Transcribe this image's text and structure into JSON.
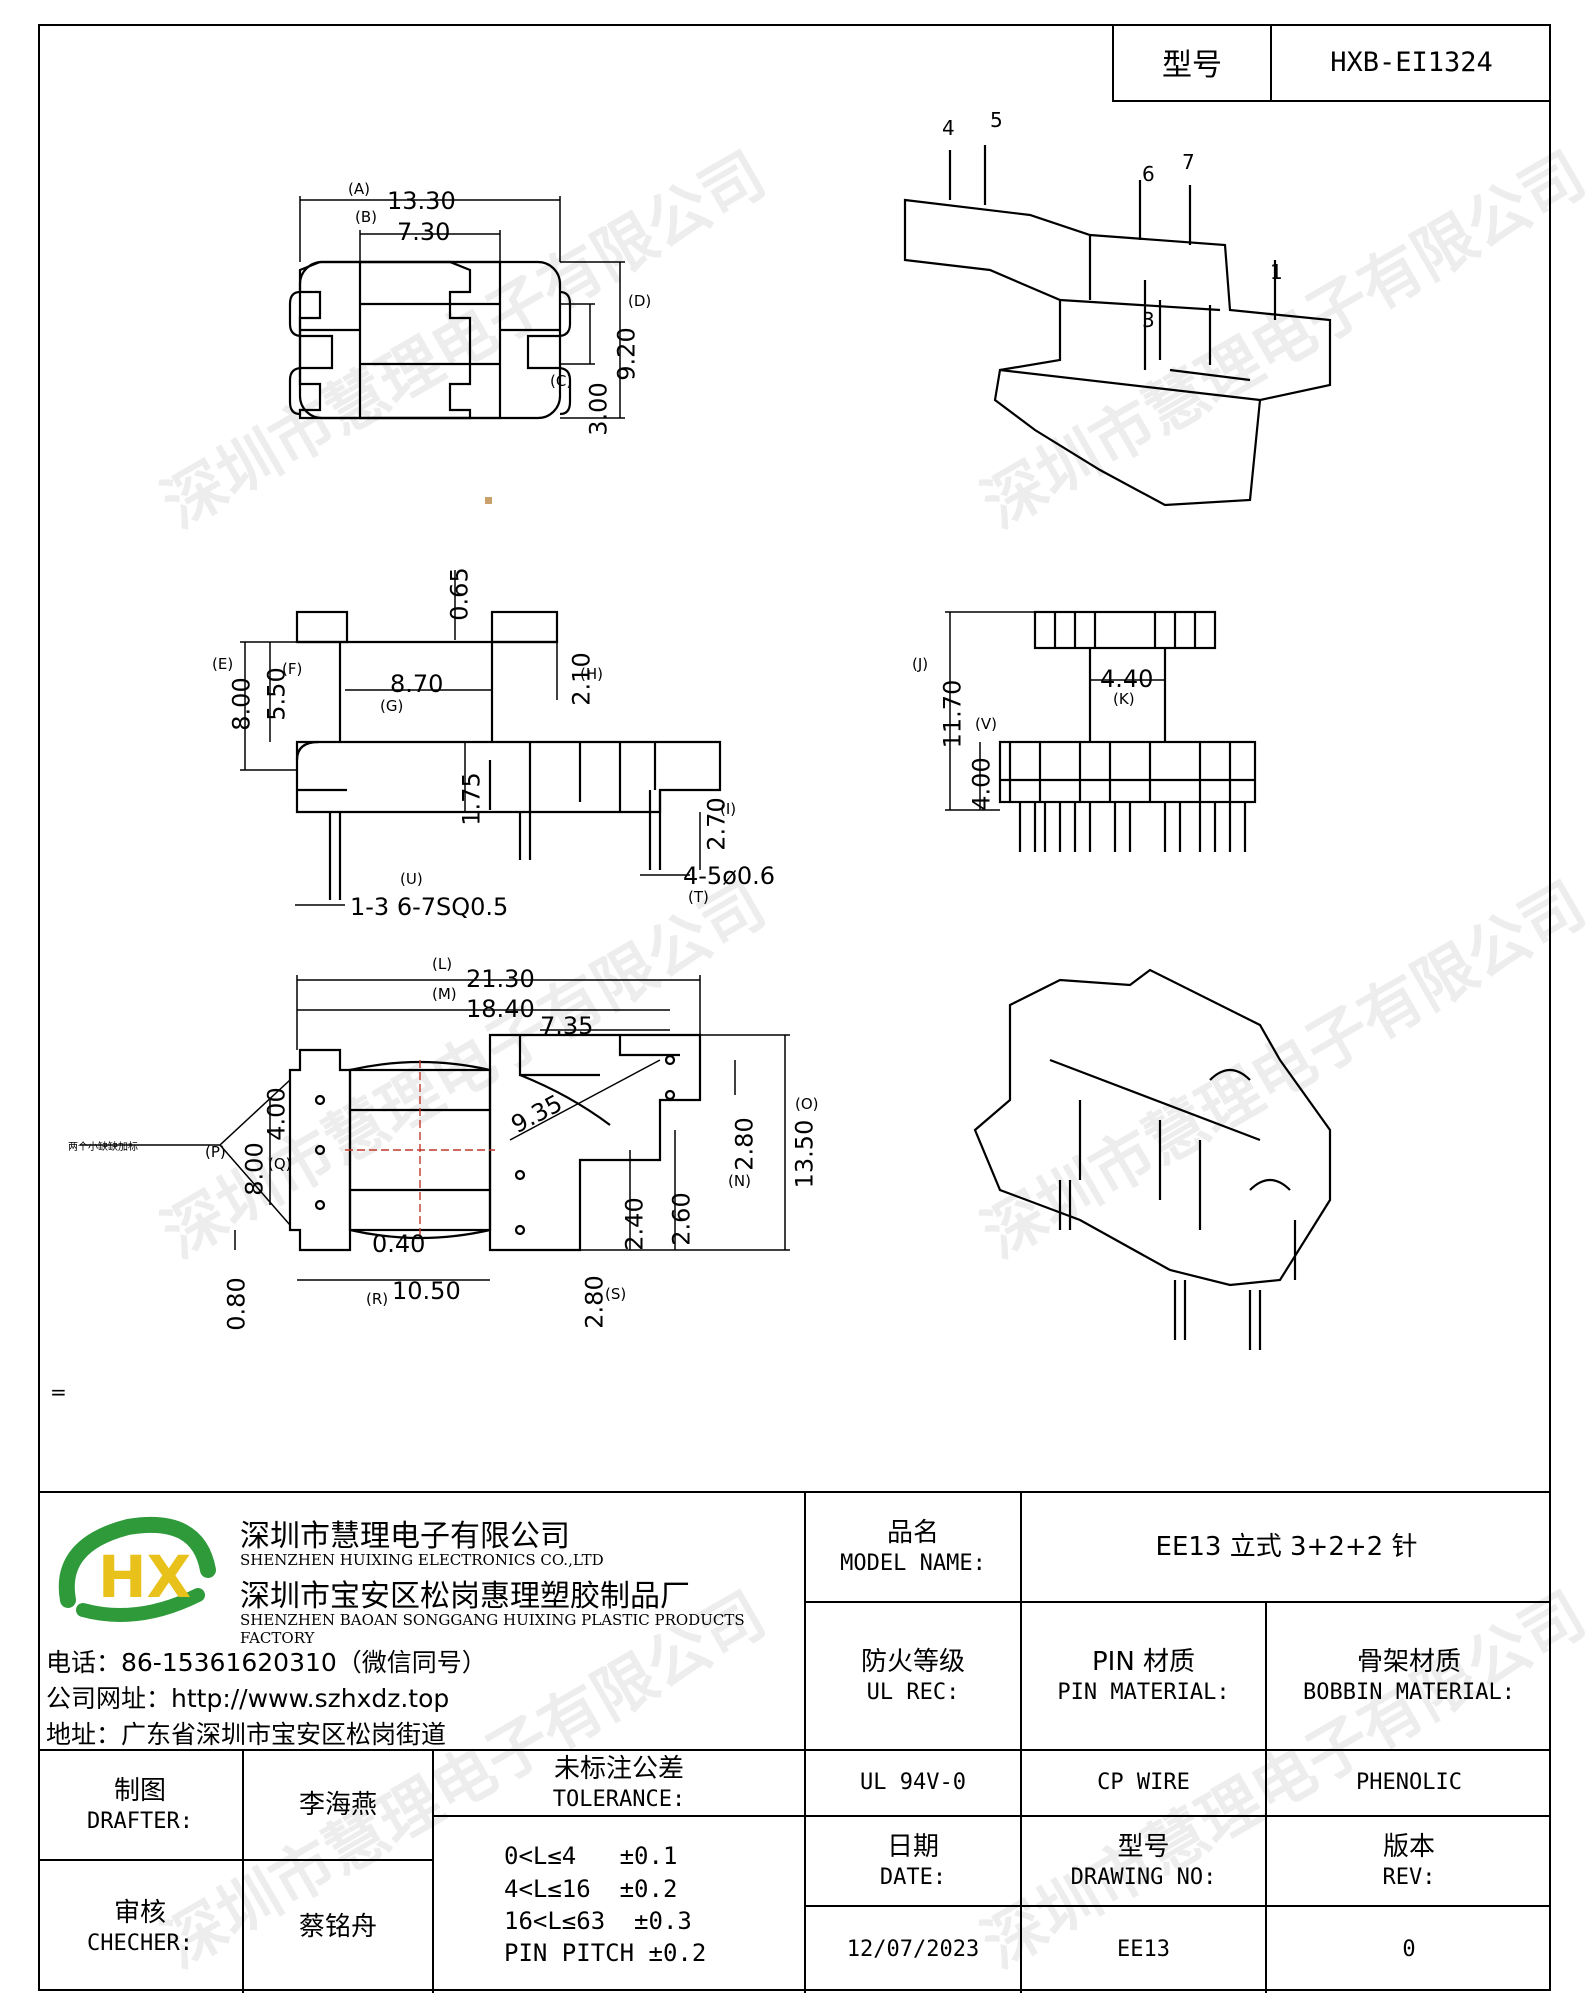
{
  "header": {
    "model_label": "型号",
    "model_value": "HXB-EI1324"
  },
  "watermark": "深圳市慧理电子有限公司",
  "drawings": {
    "top_view": {
      "a_label": "(A)",
      "a_value": "13.30",
      "b_label": "(B)",
      "b_value": "7.30",
      "d_label": "(D)",
      "d_value": "9.20",
      "c_label": "(C)",
      "c_value": "3.00"
    },
    "side_view": {
      "top_value": "0.65",
      "e_label": "(E)",
      "e_value": "8.00",
      "f_label": "(F)",
      "f_value": "5.50",
      "g_label": "(G)",
      "g_value": "8.70",
      "h_label": "(H)",
      "h_value": "2.10",
      "i_label": "(I)",
      "i_value": "2.70",
      "pin_len": "1.75",
      "u_label": "(U)",
      "u_value": "1-3 6-7SQ0.5",
      "t_label": "(T)",
      "t_value": "4-5ø0.6"
    },
    "end_view": {
      "j_label": "(J)",
      "j_value": "11.70",
      "k_label": "(K)",
      "k_value": "4.40",
      "v_label": "(V)",
      "v_value": "4.00"
    },
    "bottom_view": {
      "l_label": "(L)",
      "l_value": "21.30",
      "m_label": "(M)",
      "m_value": "18.40",
      "w_value": "7.35",
      "diag_value": "9.35",
      "o_label": "(O)",
      "o_value": "13.50",
      "n_label": "(N)",
      "n_value": "2.80",
      "p_label": "(P)",
      "p_value": "8.00",
      "q_label": "(Q)",
      "q_value": "4.00",
      "gap1": "0.40",
      "v080": "0.80",
      "r_label": "(R)",
      "r_value": "10.50",
      "s_label": "(S)",
      "s_value": "2.80",
      "v240": "2.40",
      "v260": "2.60",
      "note": "两个小缺缺加标"
    },
    "pins_iso": [
      "4",
      "5",
      "6",
      "7",
      "1",
      "3"
    ],
    "stray": "="
  },
  "company": {
    "name_cn": "深圳市慧理电子有限公司",
    "name_en": "SHENZHEN HUIXING ELECTRONICS CO.,LTD",
    "factory_cn": "深圳市宝安区松岗惠理塑胶制品厂",
    "factory_en": "SHENZHEN BAOAN SONGGANG HUIXING PLASTIC PRODUCTS FACTORY",
    "phone": "电话：86-15361620310（微信同号）",
    "website": "公司网址：http://www.szhxdz.top",
    "address": "地址：广东省深圳市宝安区松岗街道",
    "logo_text": "HX",
    "logo_colors": {
      "green": "#2e9a3a",
      "yellow": "#e8c21b"
    }
  },
  "title_block": {
    "model_name_cn": "品名",
    "model_name_en": "MODEL NAME:",
    "model_name_value": "EE13 立式 3+2+2 针",
    "ul_cn": "防火等级",
    "ul_en": "UL REC:",
    "pin_cn": "PIN 材质",
    "pin_en": "PIN MATERIAL:",
    "bobbin_cn": "骨架材质",
    "bobbin_en": "BOBBIN MATERIAL:",
    "ul_value": "UL 94V-0",
    "pin_value": "CP WIRE",
    "bobbin_value": "PHENOLIC",
    "drafter_cn": "制图",
    "drafter_en": "DRAFTER:",
    "drafter_name": "李海燕",
    "checker_cn": "审核",
    "checker_en": "CHECHER:",
    "checker_name": "蔡铭舟",
    "tolerance_cn": "未标注公差",
    "tolerance_en": "TOLERANCE:",
    "tolerance_lines": [
      "0<L≤4   ±0.1",
      "4<L≤16  ±0.2",
      "16<L≤63  ±0.3",
      "PIN PITCH ±0.2"
    ],
    "date_cn": "日期",
    "date_en": "DATE:",
    "date_value": "12/07/2023",
    "drawing_cn": "型号",
    "drawing_en": "DRAWING NO:",
    "drawing_value": "EE13",
    "rev_cn": "版本",
    "rev_en": "REV:",
    "rev_value": "0"
  }
}
